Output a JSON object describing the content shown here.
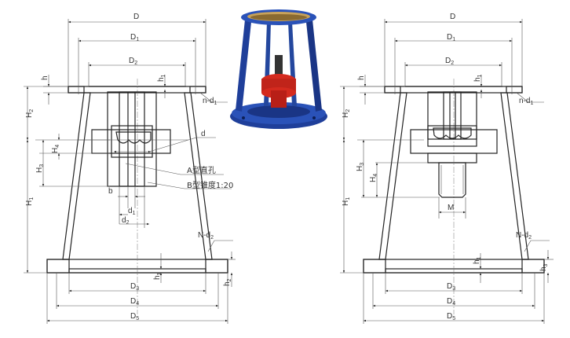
{
  "left_drawing": {
    "labels": {
      "D": "D",
      "D1": "D1",
      "D2": "D2",
      "h": "h",
      "h1_top": "h1",
      "n_d1": "n-d1",
      "H2": "H2",
      "H4": "H4",
      "H3": "H3",
      "H1": "H1",
      "d": "d",
      "type_a": "A型直孔",
      "type_b": "B型锥度1:20",
      "b": "b",
      "d1": "d1",
      "d2": "d2",
      "N_d2": "N-d2",
      "h1_bottom": "h1",
      "h2": "h2",
      "D3": "D3",
      "D4": "D4",
      "D5": "D5"
    }
  },
  "right_drawing": {
    "labels": {
      "D": "D",
      "D1": "D1",
      "D2": "D2",
      "h": "h",
      "h1_top": "h1",
      "n_d1": "n-d1",
      "H2": "H2",
      "H3": "H3",
      "H4": "H4",
      "H1": "H1",
      "M": "M",
      "N_d2": "N-d2",
      "h1_bottom": "h1",
      "h3": "h3",
      "D3": "D3",
      "D4": "D4",
      "D5": "D5"
    }
  },
  "colors": {
    "frame_blue": "#1f3f9a",
    "coupling_red": "#d42a1e",
    "bore_gold": "#c8a25a"
  }
}
